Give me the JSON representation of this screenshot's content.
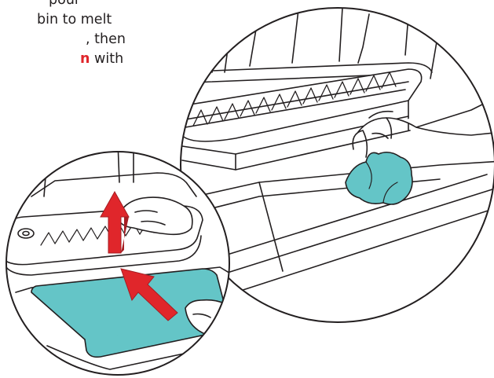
{
  "instructions": {
    "line1": "pour",
    "line2": "bin to melt",
    "line3": ", then",
    "line4_emphasis": "n",
    "line4_rest": " with"
  },
  "colors": {
    "outline": "#231f20",
    "tray_fill": "#64c5c7",
    "cloth_fill": "#64c5c7",
    "arrow_fill": "#e0262b",
    "arrow_shade": "#a51d23",
    "instruction_accent": "#e0262b"
  },
  "icons": {
    "remove_arrow": "arrow-up-icon",
    "insert_arrow": "arrow-diagonal-icon",
    "cloth": "cloth-icon"
  }
}
